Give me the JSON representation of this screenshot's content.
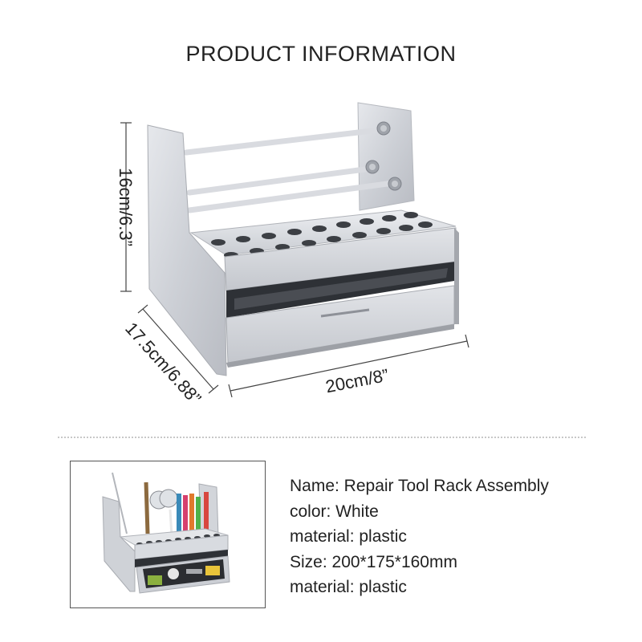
{
  "header": {
    "title": "PRODUCT INFORMATION"
  },
  "dimensions": {
    "height": "16cm/6.3”",
    "depth": "17.5cm/6.88”",
    "width": "20cm/8”"
  },
  "specs": [
    "Name: Repair Tool Rack Assembly",
    "color: White",
    "material: plastic",
    "Size: 200*175*160mm",
    "material: plastic"
  ]
}
